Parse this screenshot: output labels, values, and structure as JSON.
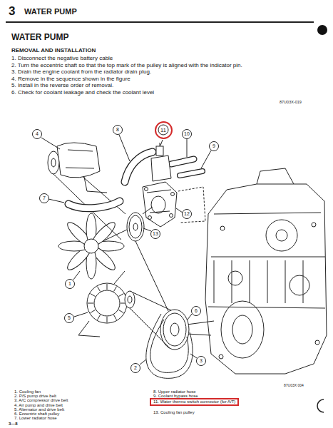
{
  "diagram": {
    "title": "WATER PUMP",
    "nodes": [
      {
        "text": [
          "11"
        ]
      },
      {
        "text": [
          "11. Water thermo switch connector (for A/T)"
        ]
      }
    ],
    "labels": [
      "3",
      "WATER PUMP",
      "REMOVAL AND INSTALLATION",
      "1. Disconnect the negative battery cable",
      "2. Turn the eccentric shaft so that the top mark of the pulley is aligned with the indicator pin.",
      "3. Drain the engine coolant from the radiator drain plug.",
      "4. Remove in the sequence shown in the figure",
      "5. Install in the reverse order of removal.",
      "6. Check for coolant leakage and check the coolant level",
      "87U03X-019",
      "4",
      "8",
      "10",
      "9",
      "13",
      "12",
      "1",
      "6",
      "5",
      "2",
      "3",
      "7",
      "87U03X 004",
      "1. Cooling fan",
      "2. P/S pump drive belt",
      "3. A/C compressor drive belt",
      "4. Air pump and drive belt",
      "5. Alternator and drive belt",
      "6. Eccentric shaft pulley",
      "7. Lower radiator hose",
      "8. Upper radiator hose",
      "9. Coolant bypass hose",
      "13. Cooling fan pulley",
      "3—8"
    ]
  }
}
